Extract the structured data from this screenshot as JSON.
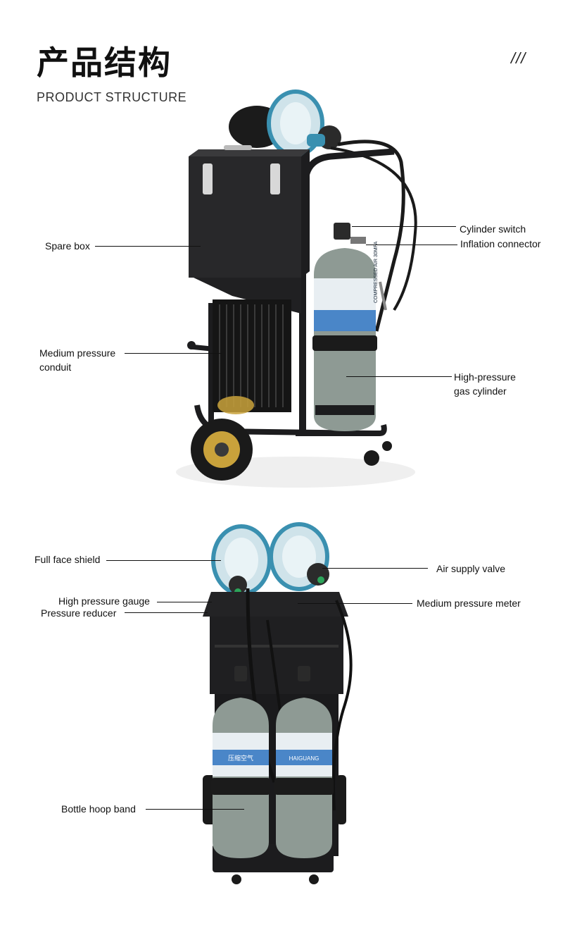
{
  "header": {
    "title_cn": "产品结构",
    "title_en": "PRODUCT STRUCTURE",
    "decoration": "///"
  },
  "labels_top": {
    "spare_box": "Spare box",
    "medium_pressure_conduit_1": "Medium pressure",
    "medium_pressure_conduit_2": "conduit",
    "cylinder_switch": "Cylinder switch",
    "inflation_connector": "Inflation connector",
    "high_pressure_cylinder_1": "High-pressure",
    "high_pressure_cylinder_2": "gas cylinder"
  },
  "labels_bottom": {
    "full_face_shield": "Full face shield",
    "air_supply_valve": "Air supply valve",
    "high_pressure_gauge": "High pressure gauge",
    "medium_pressure_meter": "Medium pressure meter",
    "pressure_reducer": "Pressure reducer",
    "bottle_hoop_band": "Bottle hoop band"
  },
  "cylinder_print": {
    "top_cylinder_text": "COMPRESSED AIR 30MPA",
    "bottom_cylinder_text_1": "压缩空气",
    "bottom_cylinder_text_2": "HAIGUANG"
  },
  "colors": {
    "frame": "#1c1c1e",
    "cylinder": "#8e9a94",
    "label_band": "#4a86c8",
    "mask_trim": "#3a90b0",
    "wheel_hub": "#c9a23b"
  }
}
